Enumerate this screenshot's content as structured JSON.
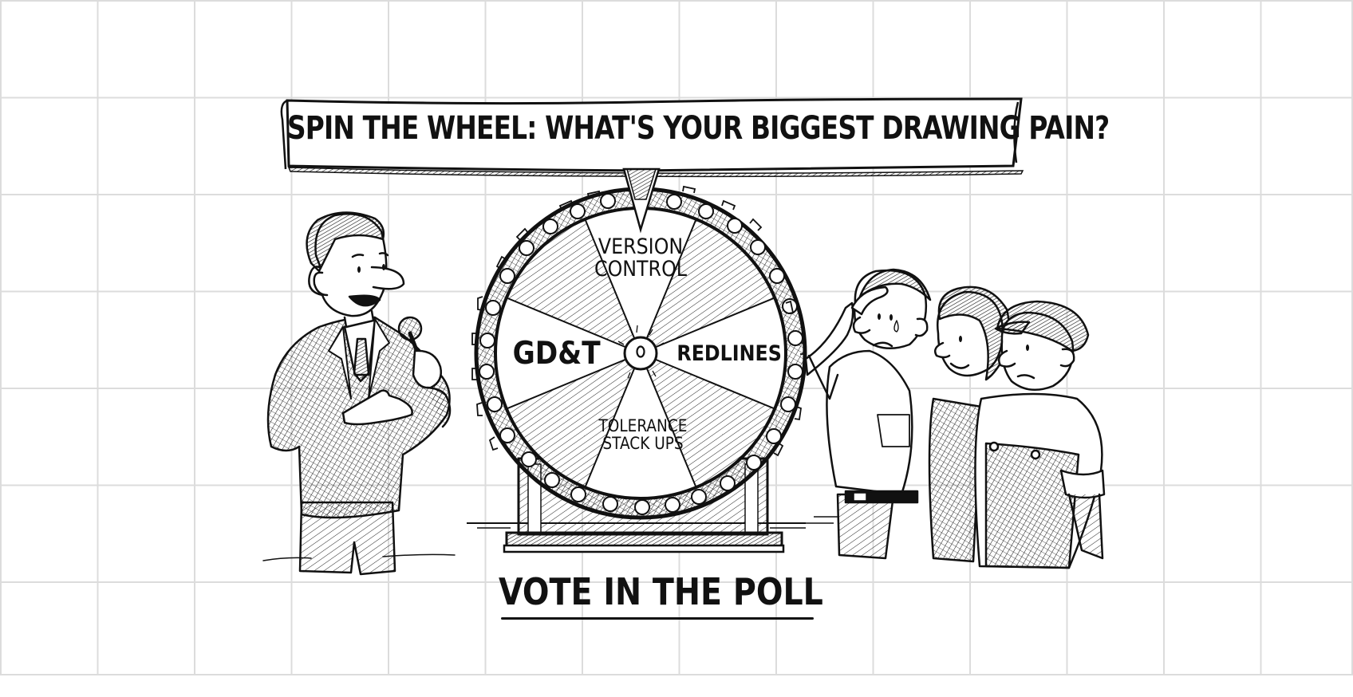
{
  "banner": {
    "title": "SPIN THE WHEEL: WHAT'S YOUR BIGGEST DRAWING PAIN?"
  },
  "wheel": {
    "segments": [
      {
        "label_lines": [
          "VERSION",
          "CONTROL"
        ],
        "position": "top"
      },
      {
        "label_lines": [
          "REDLINES"
        ],
        "position": "right"
      },
      {
        "label_lines": [
          "TOLERANCE",
          "STACK UPS"
        ],
        "position": "bottom"
      },
      {
        "label_lines": [
          "GD&T"
        ],
        "position": "left"
      }
    ],
    "hub_label": "0",
    "segment_count": 8
  },
  "call_to_action": {
    "label": "VOTE IN THE POLL"
  },
  "characters": [
    {
      "role": "game-show-host",
      "props": [
        "microphone",
        "suit",
        "tie"
      ],
      "expression": "smiling"
    },
    {
      "role": "worried-engineer",
      "props": [
        "hand-on-forehead",
        "sweat-drop",
        "belt"
      ],
      "expression": "worried"
    },
    {
      "role": "curly-haired-coworker",
      "expression": "smiling"
    },
    {
      "role": "worker-in-cap-and-overalls",
      "props": [
        "cap",
        "overalls"
      ],
      "expression": "concerned"
    }
  ],
  "style": {
    "ink_color": "#111111",
    "paper_color": "#ffffff",
    "grid_color": "#dcdcdc"
  }
}
